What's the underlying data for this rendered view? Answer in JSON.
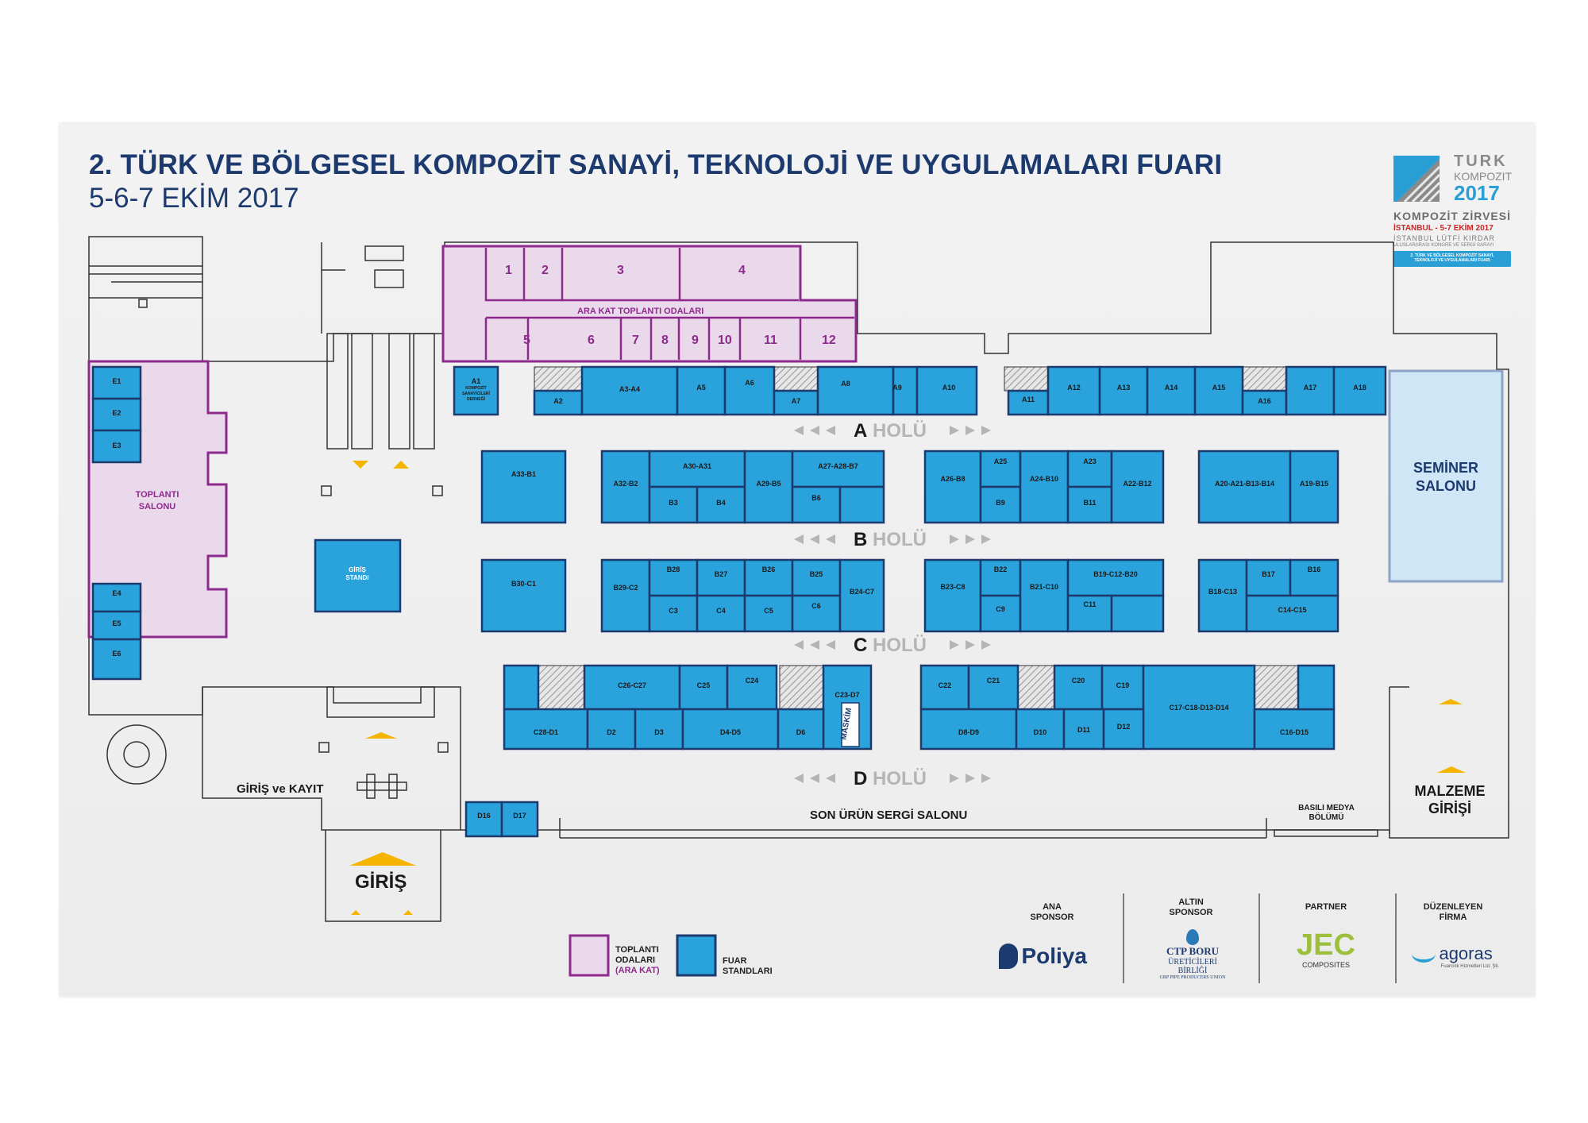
{
  "header": {
    "title": "2. TÜRK VE BÖLGESEL KOMPOZİT SANAYİ, TEKNOLOJİ VE UYGULAMALARI FUARI",
    "dates": "5-6-7 EKİM 2017"
  },
  "logo": {
    "line1": "TURK",
    "line2": "KOMPOZIT",
    "year": "2017",
    "summit": "KOMPOZİT ZİRVESİ",
    "place": "İSTANBUL - 5-7 EKİM 2017",
    "venue": "İSTANBUL LÜTFİ KIRDAR",
    "venue_sub": "ULUSLARARASI KONGRE VE SERGİ SARAYI",
    "badge": "2. TÜRK VE BÖLGESEL KOMPOZİT SANAYİ, TEKNOLOJİ VE UYGULAMALARI FUARI",
    "accent": "#2a9fd6"
  },
  "colors": {
    "stand": "#2aa3dc",
    "stand_border": "#1d3a6e",
    "meeting_fill": "#ead9ea",
    "meeting_border": "#8e2a8e",
    "seminar_fill": "#cfe6f7",
    "arrow": "#f5b400"
  },
  "meeting_rooms": {
    "title": "ARA KAT TOPLANTI ODALARI",
    "rooms": [
      "1",
      "2",
      "3",
      "4",
      "5",
      "6",
      "7",
      "8",
      "9",
      "10",
      "11",
      "12"
    ],
    "hall": "TOPLANTI SALONU"
  },
  "stands": {
    "A1": "A1",
    "A1_sub": "KOMPOZİT SANAYİCİLERİ DERNEĞİ",
    "A2": "A2",
    "A3A4": "A3-A4",
    "A5": "A5",
    "A6": "A6",
    "A7": "A7",
    "A8": "A8",
    "A9": "A9",
    "A10": "A10",
    "A11": "A11",
    "A12": "A12",
    "A13": "A13",
    "A14": "A14",
    "A15": "A15",
    "A16": "A16",
    "A17": "A17",
    "A18": "A18",
    "A33B1": "A33-B1",
    "A32B2": "A32-B2",
    "A30A31": "A30-A31",
    "A29B5": "A29-B5",
    "A27A28B7": "A27-A28-B7",
    "B3": "B3",
    "B4": "B4",
    "B6": "B6",
    "A26B8": "A26-B8",
    "A25": "A25",
    "B9": "B9",
    "A24B10": "A24-B10",
    "A23": "A23",
    "B11": "B11",
    "A22B12": "A22-B12",
    "A20A21B13B14": "A20-A21-B13-B14",
    "A19B15": "A19-B15",
    "B30C1": "B30-C1",
    "B29C2": "B29-C2",
    "B28": "B28",
    "B27": "B27",
    "B26": "B26",
    "B25": "B25",
    "B24C7": "B24-C7",
    "C3": "C3",
    "C4": "C4",
    "C5": "C5",
    "C6": "C6",
    "B23C8": "B23-C8",
    "B22": "B22",
    "C9": "C9",
    "B21C10": "B21-C10",
    "B19C12B20": "B19-C12-B20",
    "C11": "C11",
    "B18C13": "B18-C13",
    "B17": "B17",
    "B16": "B16",
    "C14C15": "C14-C15",
    "C26C27": "C26-C27",
    "C25": "C25",
    "C24": "C24",
    "C23D7": "C23-D7",
    "C28D1": "C28-D1",
    "D2": "D2",
    "D3": "D3",
    "D4D5": "D4-D5",
    "D6": "D6",
    "C22": "C22",
    "C21": "C21",
    "C20": "C20",
    "C19": "C19",
    "C17C18D13D14": "C17-C18-D13-D14",
    "D8D9": "D8-D9",
    "D10": "D10",
    "D11": "D11",
    "D12": "D12",
    "C16D15": "C16-D15",
    "D16": "D16",
    "D17": "D17",
    "E1": "E1",
    "E2": "E2",
    "E3": "E3",
    "E4": "E4",
    "E5": "E5",
    "E6": "E6",
    "giris_standi": "GİRİŞ STANDI"
  },
  "halls": {
    "a_letter": "A",
    "b_letter": "B",
    "c_letter": "C",
    "d_letter": "D",
    "word": "HOLÜ"
  },
  "areas": {
    "seminer": "SEMİNER SALONU",
    "son_urun": "SON ÜRÜN SERGİ SALONU",
    "basili_medya": "BASILI MEDYA BÖLÜMÜ",
    "malzeme": "MALZEME GİRİŞİ",
    "giris_kayit": "GİRİŞ ve KAYIT",
    "giris": "GİRİŞ",
    "maskim": "MASKİM"
  },
  "legend": {
    "meeting": "TOPLANTI ODALARI",
    "meeting_note": "(ARA KAT)",
    "stands": "FUAR STANDLARI"
  },
  "sponsors": [
    {
      "heading": "ANA SPONSOR",
      "name": "Poliya"
    },
    {
      "heading": "ALTIN SPONSOR",
      "name": "CTP BORU",
      "sub": "ÜRETİCİLERİ BİRLİĞİ",
      "sub2": "GRP PIPE PRODUCERS UNION"
    },
    {
      "heading": "PARTNER",
      "name": "JEC",
      "sub": "COMPOSITES"
    },
    {
      "heading": "DÜZENLEYEN FİRMA",
      "name": "agoras",
      "sub": "Fuarcılık Hizmetleri Ltd. Şti."
    }
  ]
}
